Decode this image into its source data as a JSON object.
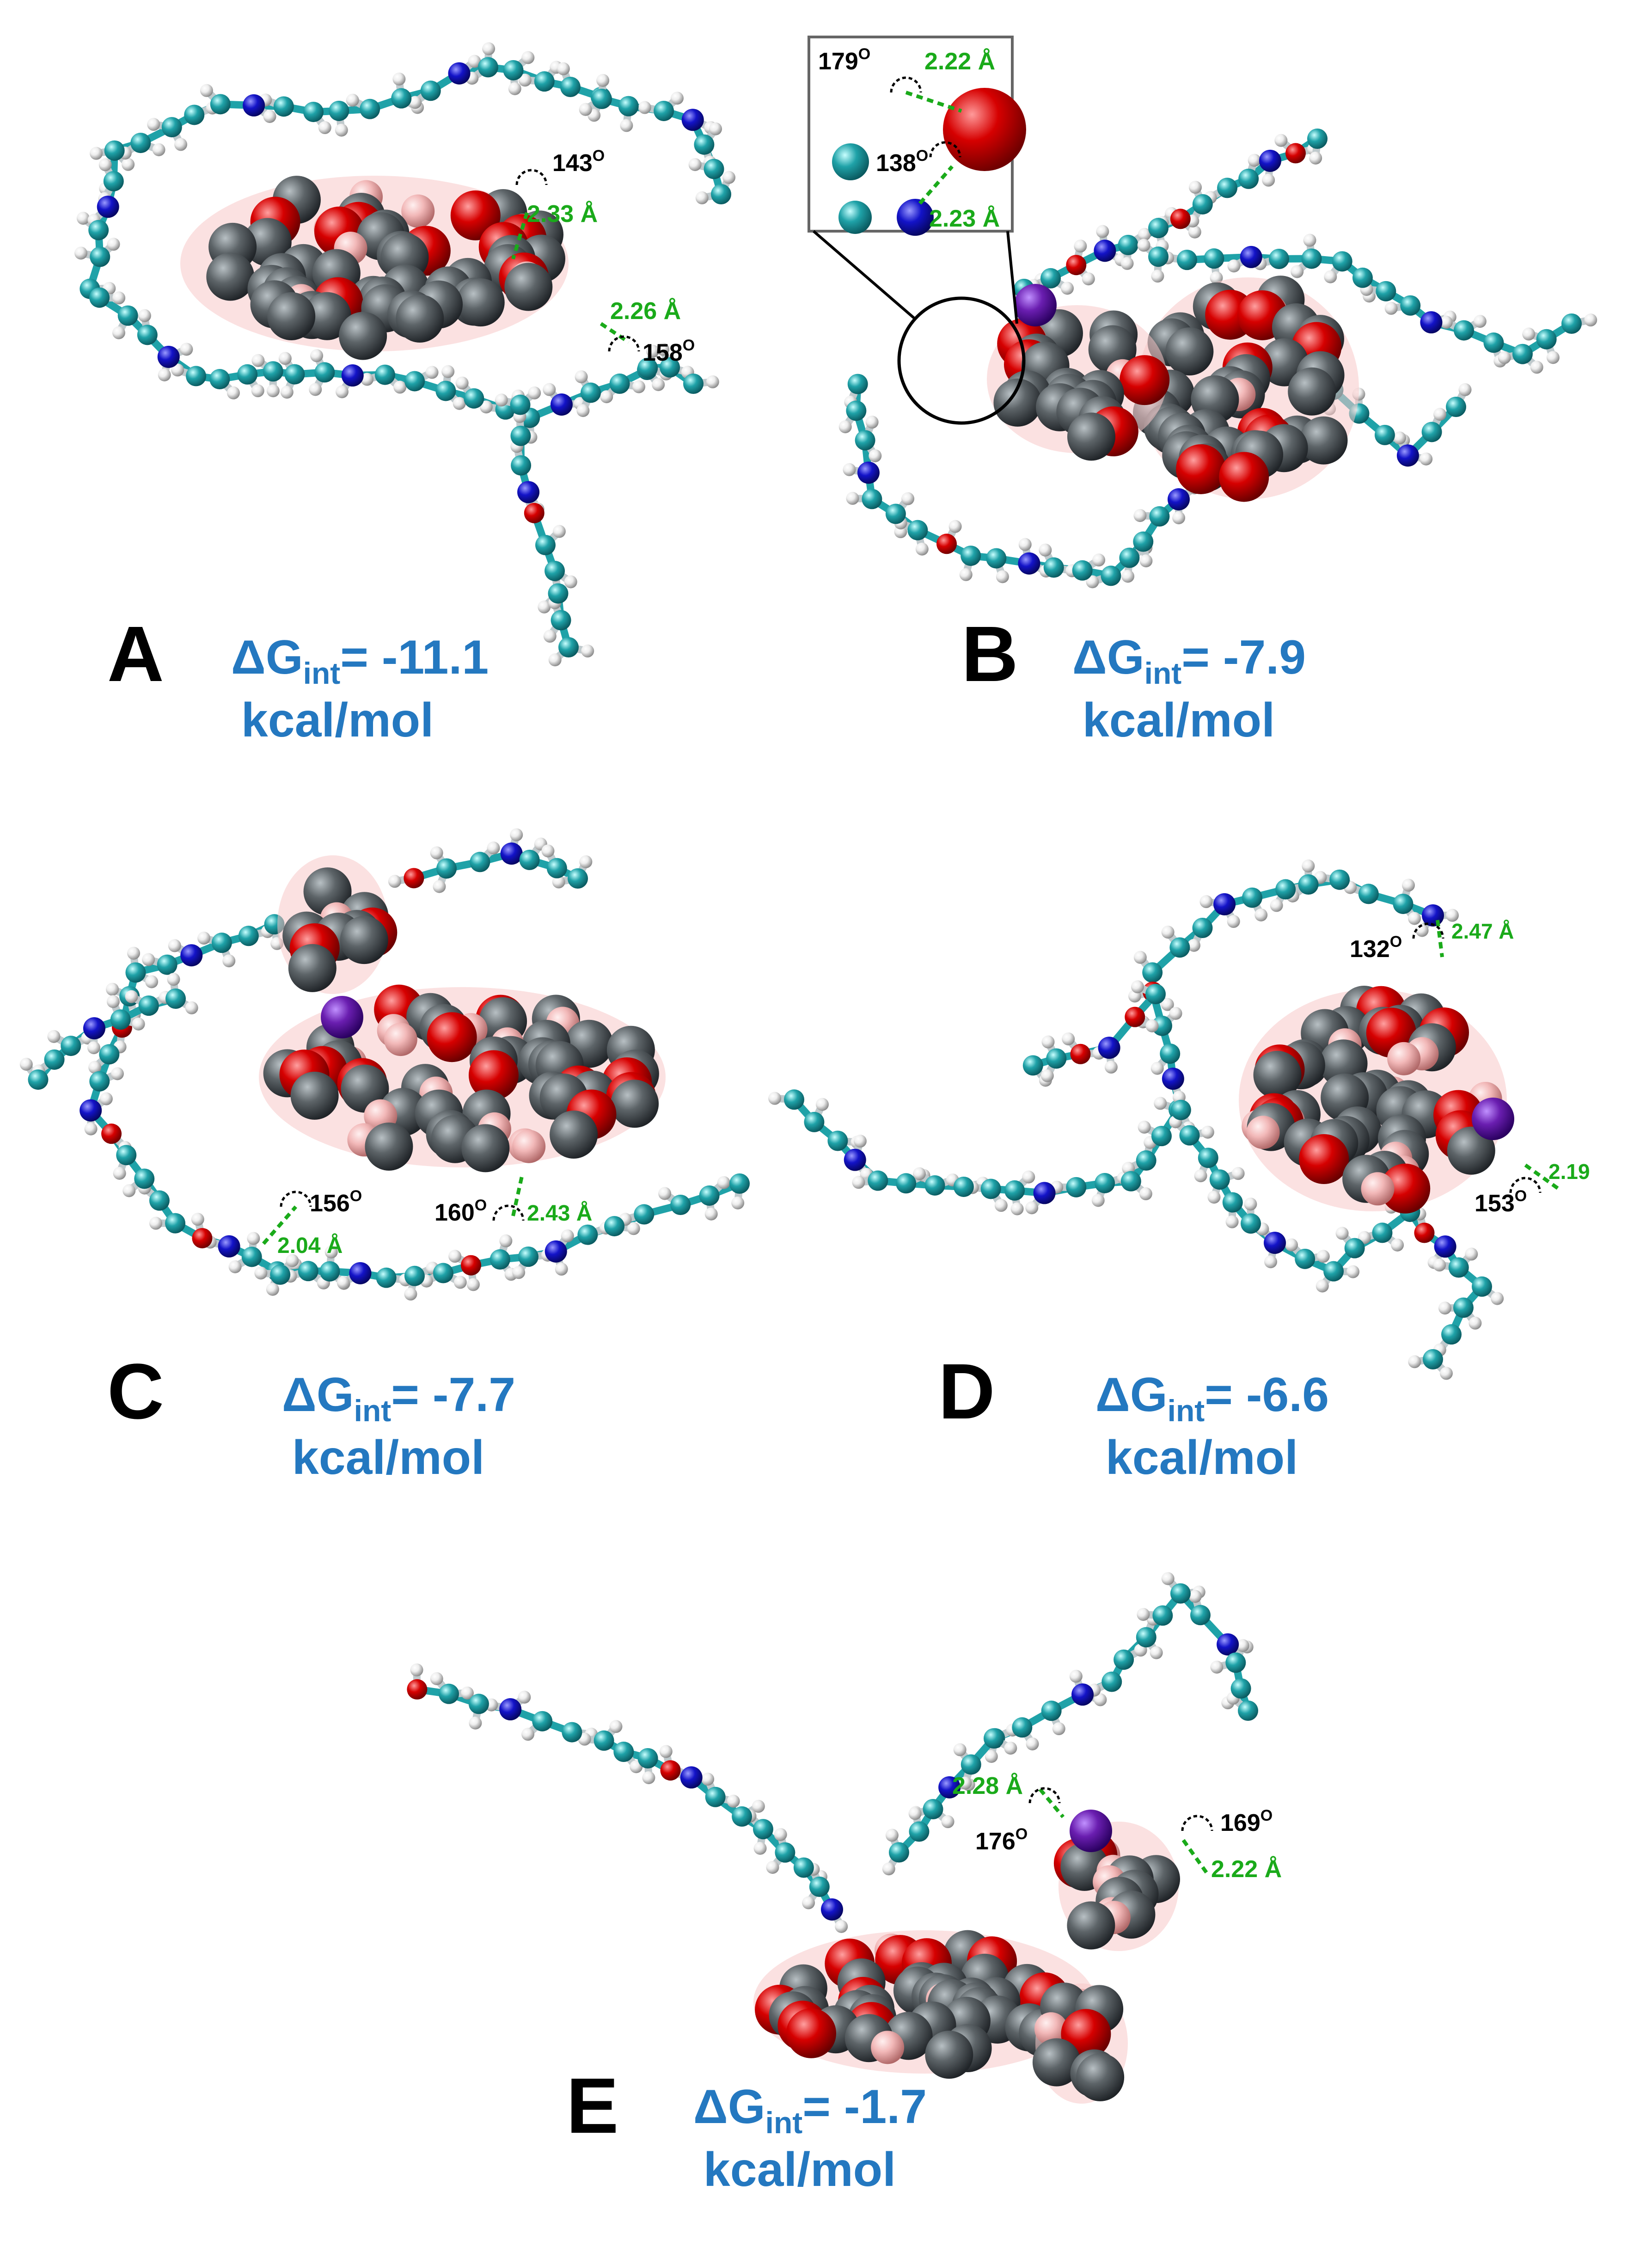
{
  "colors": {
    "carbon": "#1fa2a8",
    "nitrogen": "#1313c8",
    "oxygen": "#d60000",
    "hydrogen": "#ededed",
    "drug_carbon": "#5d6468",
    "drug_hydrogen": "#f2b8b8",
    "iodine": "#6a1eb0",
    "distance_label": "#1aaa1a",
    "angle_label": "#000000",
    "energy_label": "#2478c0"
  },
  "panels": [
    {
      "letter": "A",
      "dg_symbol": "ΔG",
      "dg_sub": "int",
      "dg_value": "= -11.1",
      "unit": "kcal/mol",
      "distances": [
        "2.33 Å",
        "2.26 Å"
      ],
      "angles": [
        "143",
        "158"
      ],
      "angle_mark": "O"
    },
    {
      "letter": "B",
      "dg_symbol": "ΔG",
      "dg_sub": "int",
      "dg_value": "= -7.9",
      "unit": "kcal/mol",
      "distances": [
        "2.22 Å",
        "2.23 Å"
      ],
      "angles": [
        "179",
        "138"
      ],
      "angle_mark": "O"
    },
    {
      "letter": "C",
      "dg_symbol": "ΔG",
      "dg_sub": "int",
      "dg_value": "= -7.7",
      "unit": "kcal/mol",
      "distances": [
        "2.04 Å",
        "2.43 Å"
      ],
      "angles": [
        "156",
        "160"
      ],
      "angle_mark": "O"
    },
    {
      "letter": "D",
      "dg_symbol": "ΔG",
      "dg_sub": "int",
      "dg_value": "= -6.6",
      "unit": "kcal/mol",
      "distances": [
        "2.47 Å",
        "2.19"
      ],
      "angles": [
        "132",
        "153"
      ],
      "angle_mark": "O"
    },
    {
      "letter": "E",
      "dg_symbol": "ΔG",
      "dg_sub": "int",
      "dg_value": "= -1.7",
      "unit": "kcal/mol",
      "distances": [
        "2.28 Å",
        "2.22 Å"
      ],
      "angles": [
        "176",
        "169"
      ],
      "angle_mark": "O"
    }
  ]
}
